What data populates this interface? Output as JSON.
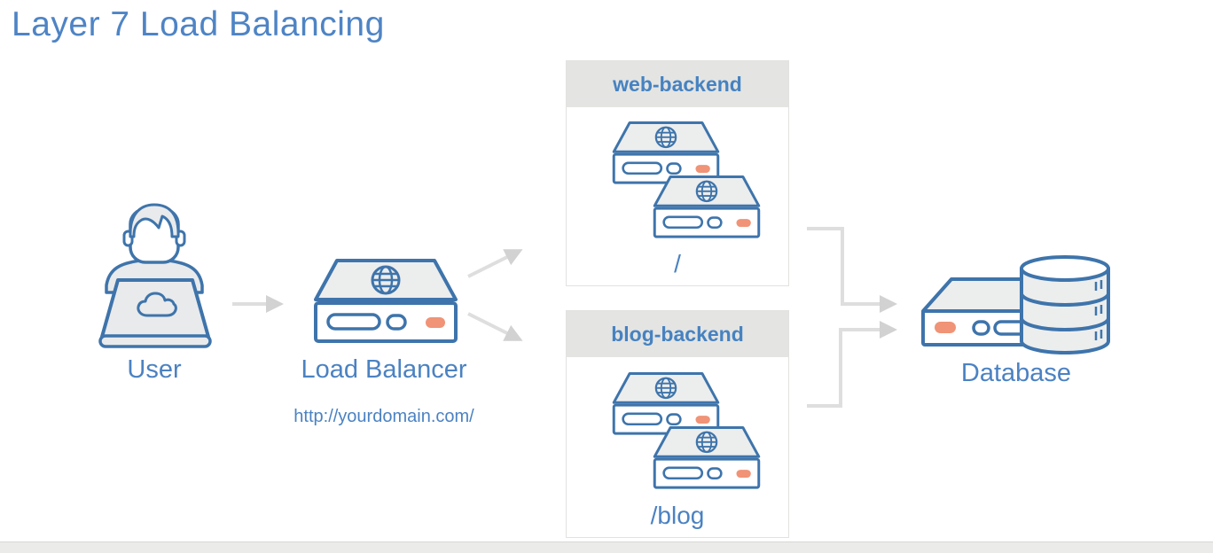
{
  "title": "Layer 7 Load Balancing",
  "user": {
    "label": "User"
  },
  "load_balancer": {
    "label": "Load Balancer",
    "url": "http://yourdomain.com/"
  },
  "backends": [
    {
      "name": "web-backend",
      "route": "/"
    },
    {
      "name": "blog-backend",
      "route": "/blog"
    }
  ],
  "database": {
    "label": "Database"
  },
  "icons": {
    "user": "person-at-laptop-with-cloud-icon",
    "load_balancer": "server-with-globe-icon",
    "backend_servers": "two-stacked-server-icons",
    "database": "server-with-database-cylinder-icon"
  },
  "colors": {
    "label_blue": "#4b82c2",
    "title_blue": "#4e84c5",
    "icon_stroke_blue": "#3e74ab",
    "icon_light_fill": "#eceded",
    "accent_orange": "#f09376",
    "connector_gray": "#dedede",
    "arrowhead_gray": "#d2d2d2",
    "box_header_gray": "#e4e4e2",
    "footer_gray": "#ebebe9"
  }
}
